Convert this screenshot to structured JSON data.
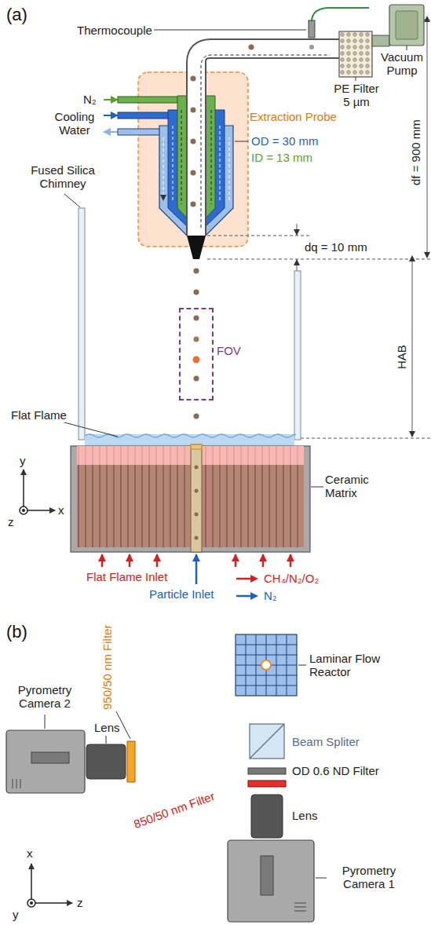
{
  "diagram": {
    "nodes": [
      {
        "text": [
          "FOV"
        ]
      }
    ],
    "labels": [
      "(a)",
      "Thermocouple",
      "Vacuum Pump",
      "PE Filter 5 µm",
      "N₂",
      "Cooling Water",
      "Extraction Probe",
      "OD = 30 mm",
      "ID = 13 mm",
      "df = 900 mm",
      "Fused Silica Chimney",
      "dq = 10 mm",
      "HAB",
      "Flat Flame",
      "Ceramic Matrix",
      "y",
      "x",
      "z",
      "Flat Flame Inlet",
      "Particle Inlet",
      "(b)",
      "950/50 nm Filter",
      "Pyrometry Camera 2",
      "Lens",
      "Laminar Flow Reactor",
      "Beam Spliter",
      "OD 0.6 ND Filter",
      "850/50 nm Filter",
      "Lens",
      "Pyrometry Camera 1",
      "x",
      "z",
      "y"
    ],
    "legend": [
      {
        "text": "CH₄/N₂/O₂",
        "color": "#d42020"
      },
      {
        "text": "N₂",
        "color": "#2060c0"
      }
    ]
  }
}
